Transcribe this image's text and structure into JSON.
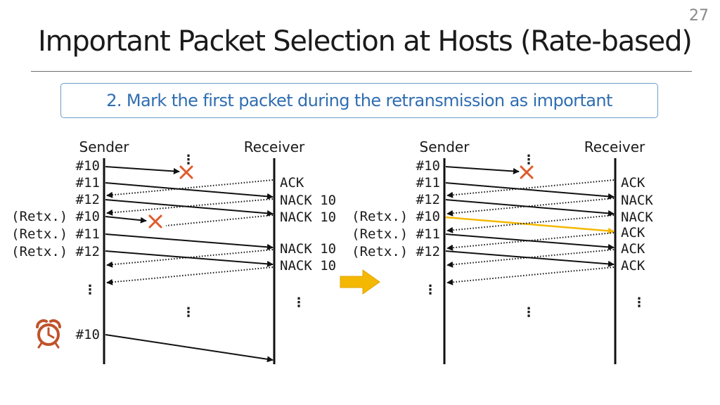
{
  "slide_number": "27",
  "title": "Important Packet Selection at Hosts (Rate-based)",
  "callout": "2. Mark the first packet during the retransmission as important",
  "colors": {
    "callout_text": "#2f6db1",
    "callout_border": "#6c9dc8",
    "lost_mark": "#e05a2b",
    "important_arrow": "#f5b800",
    "next_arrow": "#f5b800",
    "alarm": "#c0522a"
  },
  "left": {
    "sender_label": "Sender",
    "receiver_label": "Receiver",
    "sender_labels": [
      "#10",
      "#11",
      "#12",
      "(Retx.) #10",
      "(Retx.) #11",
      "(Retx.) #12"
    ],
    "timeout_label": "#10",
    "receiver_labels": [
      "ACK",
      "NACK 10",
      "NACK 10",
      "NACK 10",
      "NACK 10"
    ],
    "icons": [
      "lost-x-icon",
      "alarm-clock-icon"
    ]
  },
  "right": {
    "sender_label": "Sender",
    "receiver_label": "Receiver",
    "sender_labels": [
      "#10",
      "#11",
      "#12",
      "(Retx.) #10",
      "(Retx.) #11",
      "(Retx.) #12"
    ],
    "receiver_labels": [
      "ACK",
      "NACK",
      "NACK",
      "ACK",
      "ACK",
      "ACK"
    ],
    "icons": [
      "lost-x-icon"
    ]
  },
  "ellipsis": "⋮"
}
